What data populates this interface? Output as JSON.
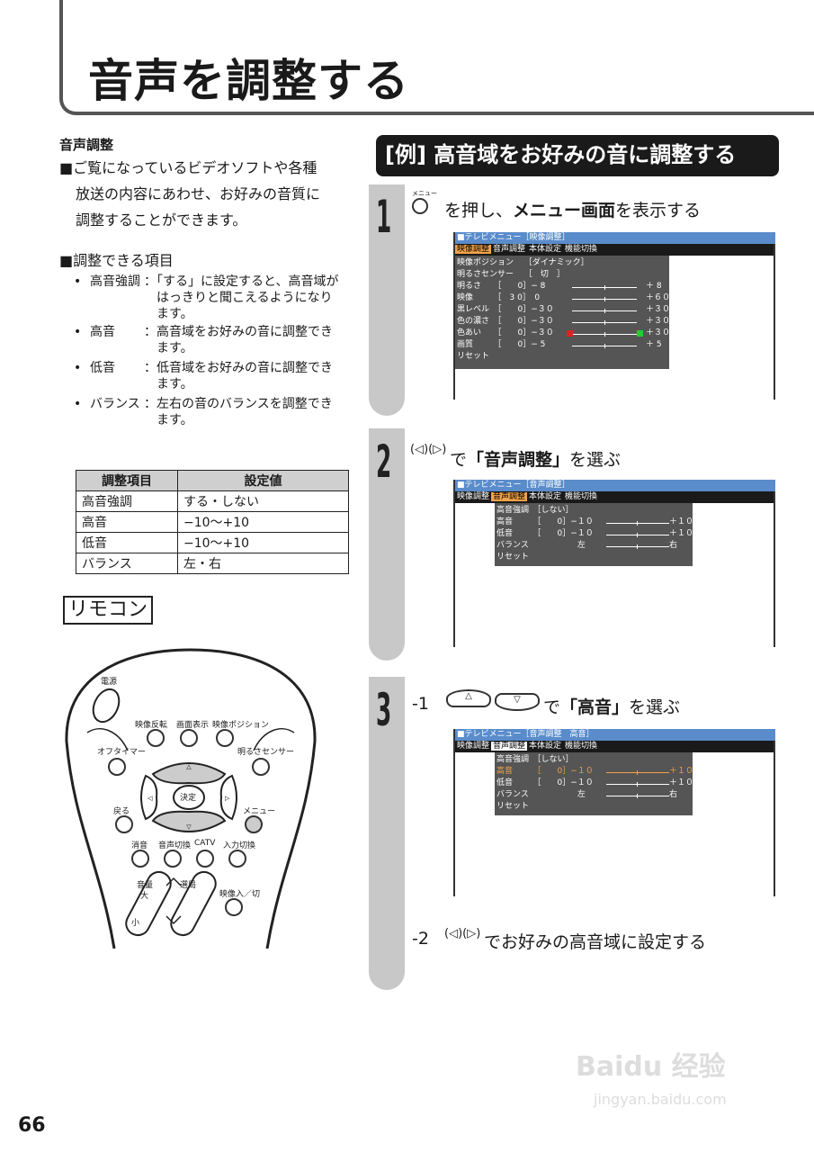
{
  "title": "音声を調整する",
  "left": {
    "section_heading": "音声調整",
    "intro": [
      "■ご覧になっているビデオソフトや各種",
      "放送の内容にあわせ、お好みの音質に",
      "調整することができます。"
    ],
    "items_heading": "■調整できる項目",
    "items": [
      {
        "name": "高音強調",
        "desc": [
          "：「する」に設定すると、高音域が",
          "はっきりと聞こえるようになり",
          "ます。"
        ]
      },
      {
        "name": "高音",
        "desc": [
          "：高音域をお好みの音に調整でき",
          "ます。"
        ]
      },
      {
        "name": "低音",
        "desc": [
          "：低音域をお好みの音に調整でき",
          "ます。"
        ]
      },
      {
        "name": "バランス",
        "desc": [
          "：左右の音のバランスを調整でき",
          "ます。"
        ]
      }
    ],
    "table": {
      "headers": [
        "調整項目",
        "設定値"
      ],
      "rows": [
        [
          "高音強調",
          "する・しない"
        ],
        [
          "高音",
          "−10〜+10"
        ],
        [
          "低音",
          "−10〜+10"
        ],
        [
          "バランス",
          "左・右"
        ]
      ]
    },
    "remocon_label": "リモコン"
  },
  "remote": {
    "labels": {
      "power": "電源",
      "flip": "映像反転",
      "display": "画面表示",
      "position": "映像ポジション",
      "off_timer": "オフタイマー",
      "sensor": "明るさセンサー",
      "enter": "決定",
      "back": "戻る",
      "menu": "メニュー",
      "mute": "消音",
      "audio": "音声切換",
      "catv": "CATV",
      "input": "入力切換",
      "volume": "音量",
      "vol_up": "大",
      "vol_down": "小",
      "channel": "選局",
      "video_toggle": "映像入／切"
    }
  },
  "right": {
    "banner": "[例] 高音域をお好みの音に調整する",
    "steps": [
      {
        "num": "1",
        "menu_tiny": "メニュー",
        "pre": "を押し、",
        "bold": "メニュー画面",
        "post": "を表示する"
      },
      {
        "num": "2",
        "pre": "で",
        "bold": "「音声調整」",
        "post": "を選ぶ"
      },
      {
        "num": "3",
        "sub1": "-1",
        "pre": "で",
        "bold": "「高音」",
        "post": "を選ぶ",
        "sub2": "-2",
        "text2": "でお好みの高音域に設定する"
      }
    ],
    "screen1": {
      "title": "■テレビメニュー［映像調整］",
      "menu": [
        "映像調整",
        "音声調整",
        "本体設定",
        "機能切換"
      ],
      "rows": [
        "映像ポジション　 ［ダイナミック］",
        "明るさセンサー　 ［　切　］",
        "明るさ　　［　　0］− 8",
        "映像　　　［　3 0］　0",
        "黒レベル　［　　0］−３０",
        "色の濃さ　［　　0］−３０",
        "色あい　　［　　0］−３０",
        "画質　　　［　　0］− 5",
        "リセット"
      ],
      "right_vals": [
        "＋ 8",
        "＋６０",
        "＋３０",
        "＋３０",
        "＋３０",
        "＋ 5"
      ]
    },
    "screen2": {
      "title": "■テレビメニュー［音声調整］",
      "menu": [
        "映像調整",
        "音声調整",
        "本体設定",
        "機能切換"
      ],
      "rows": [
        "高音強調　［しない］",
        "高音　　　［　　0］−１０",
        "低音　　　［　　0］−１０",
        "バランス　　　　　　左",
        "リセット"
      ],
      "right_vals": [
        "＋１０",
        "＋１０",
        "右"
      ]
    },
    "screen3": {
      "title": "■テレビメニュー［音声調整　高音］",
      "menu": [
        "映像調整",
        "音声調整",
        "本体設定",
        "機能切換"
      ],
      "rows": [
        "高音強調　［しない］",
        "高音　　　［　　0］−１０",
        "低音　　　［　　0］−１０",
        "バランス　　　　　　左",
        "リセット"
      ],
      "right_vals": [
        "＋１０",
        "＋１０",
        "右"
      ]
    }
  },
  "page_number": "66",
  "watermark": {
    "brand": "Baidu 经验",
    "url": "jingyan.baidu.com"
  }
}
